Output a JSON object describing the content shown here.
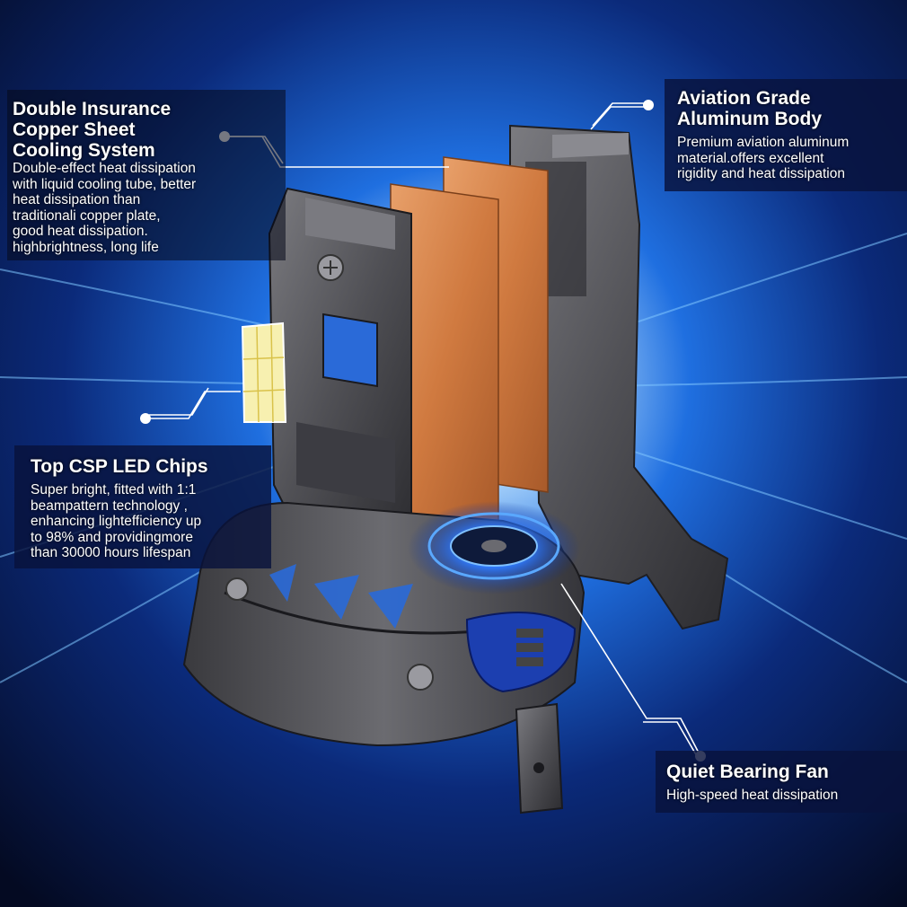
{
  "callouts": {
    "copper": {
      "title": [
        "Double Insurance",
        "Copper Sheet",
        "Cooling System"
      ],
      "desc": [
        "Double-effect heat dissipation",
        "with liquid cooling tube, better",
        "heat dissipation than",
        "traditionali copper plate,",
        "good heat dissipation.",
        "highbrightness, long life"
      ]
    },
    "aluminum": {
      "title": [
        "Aviation Grade",
        "Aluminum Body"
      ],
      "desc": [
        "Premium aviation aluminum",
        "material.offers excellent",
        "rigidity and heat dissipation"
      ]
    },
    "led": {
      "title": [
        "Top CSP LED Chips"
      ],
      "desc": [
        "Super bright, fitted with 1:1",
        "beampattern technology ,",
        "enhancing lightefficiency up",
        "to 98% and providingmore",
        "than 30000 hours lifespan"
      ]
    },
    "fan": {
      "title": [
        "Quiet Bearing Fan"
      ],
      "desc": [
        "High-speed heat dissipation"
      ]
    }
  },
  "colors": {
    "background": "#06102a",
    "copper": "#d9844a",
    "metal": "#5a5a5e",
    "glow": "#2f7bff",
    "panel": "#0a1a4a"
  }
}
